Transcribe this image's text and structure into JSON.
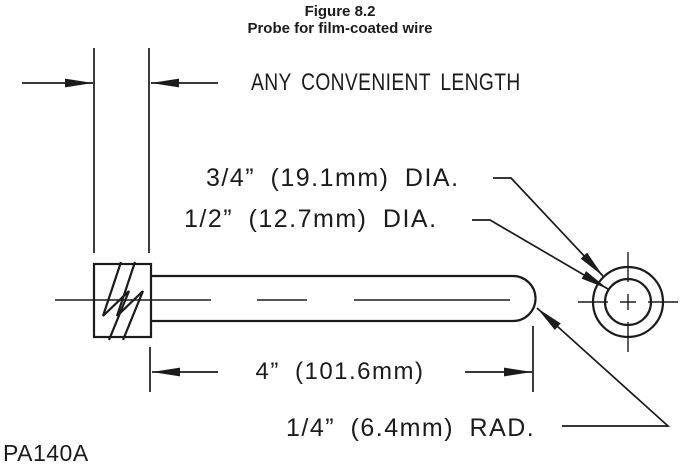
{
  "figure": {
    "title_line1": "Figure 8.2",
    "title_line2": "Probe for film-coated wire"
  },
  "labels": {
    "length_note": "ANY CONVENIENT LENGTH",
    "outer_diameter": "3/4” (19.1mm) DIA.",
    "inner_diameter": "1/2” (12.7mm) DIA.",
    "shaft_length": "4” (101.6mm)",
    "tip_radius": "1/4” (6.4mm) RAD.",
    "part_number": "PA140A"
  },
  "drawing": {
    "type": "technical-dimension-drawing",
    "ink_color": "#1b1b1b",
    "background_color": "#ffffff",
    "views": [
      "side-view-of-probe-shaft-with-break-symbol",
      "end-view-concentric-circles-with-centerlines"
    ]
  }
}
